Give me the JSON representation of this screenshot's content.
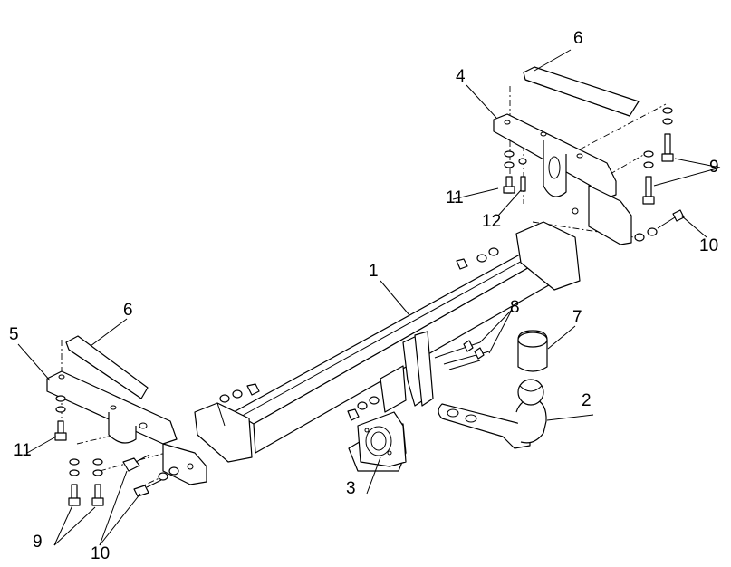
{
  "diagram": {
    "callouts": [
      {
        "id": "main-bar",
        "text": "1"
      },
      {
        "id": "tow-bar",
        "text": "2"
      },
      {
        "id": "socket-plate",
        "text": "3"
      },
      {
        "id": "right-bracket",
        "text": "4"
      },
      {
        "id": "left-bracket",
        "text": "5"
      },
      {
        "id": "right-spacer",
        "text": "6"
      },
      {
        "id": "left-spacer",
        "text": "6"
      },
      {
        "id": "ball-cover",
        "text": "7"
      },
      {
        "id": "bolt-set-8",
        "text": "8"
      },
      {
        "id": "right-bolt-9",
        "text": "9"
      },
      {
        "id": "left-bolt-9",
        "text": "9"
      },
      {
        "id": "right-bolt-10",
        "text": "10"
      },
      {
        "id": "left-bolt-10",
        "text": "10"
      },
      {
        "id": "right-bolt-11",
        "text": "11"
      },
      {
        "id": "left-bolt-11",
        "text": "11"
      },
      {
        "id": "bolt-12",
        "text": "12"
      }
    ]
  }
}
